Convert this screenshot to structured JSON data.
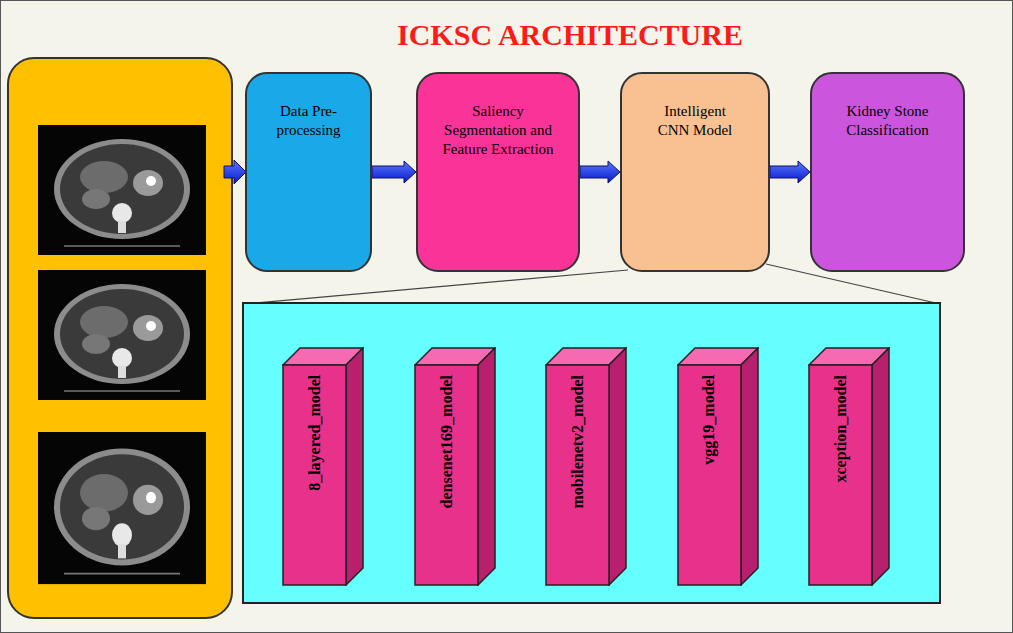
{
  "diagram": {
    "title": "ICKSC ARCHITECTURE",
    "nodes": [
      {
        "text": [
          "Data Pre-processing"
        ]
      },
      {
        "text": [
          "Saliency Segmentation and Feature Extraction"
        ]
      },
      {
        "text": [
          "Intelligent CNN Model"
        ]
      },
      {
        "text": [
          "Kidney Stone Classification"
        ]
      },
      {
        "text": [
          "8_layered_model"
        ]
      },
      {
        "text": [
          "densenet169_model"
        ]
      },
      {
        "text": [
          "mobilenetv2_model"
        ]
      },
      {
        "text": [
          "vgg19_model"
        ]
      },
      {
        "text": [
          "xception_model"
        ]
      }
    ],
    "edges": [
      {
        "from": 0,
        "to": 1,
        "arrow": "to"
      },
      {
        "from": 1,
        "to": 2,
        "arrow": "to"
      },
      {
        "from": 2,
        "to": 3,
        "arrow": "to"
      }
    ]
  }
}
